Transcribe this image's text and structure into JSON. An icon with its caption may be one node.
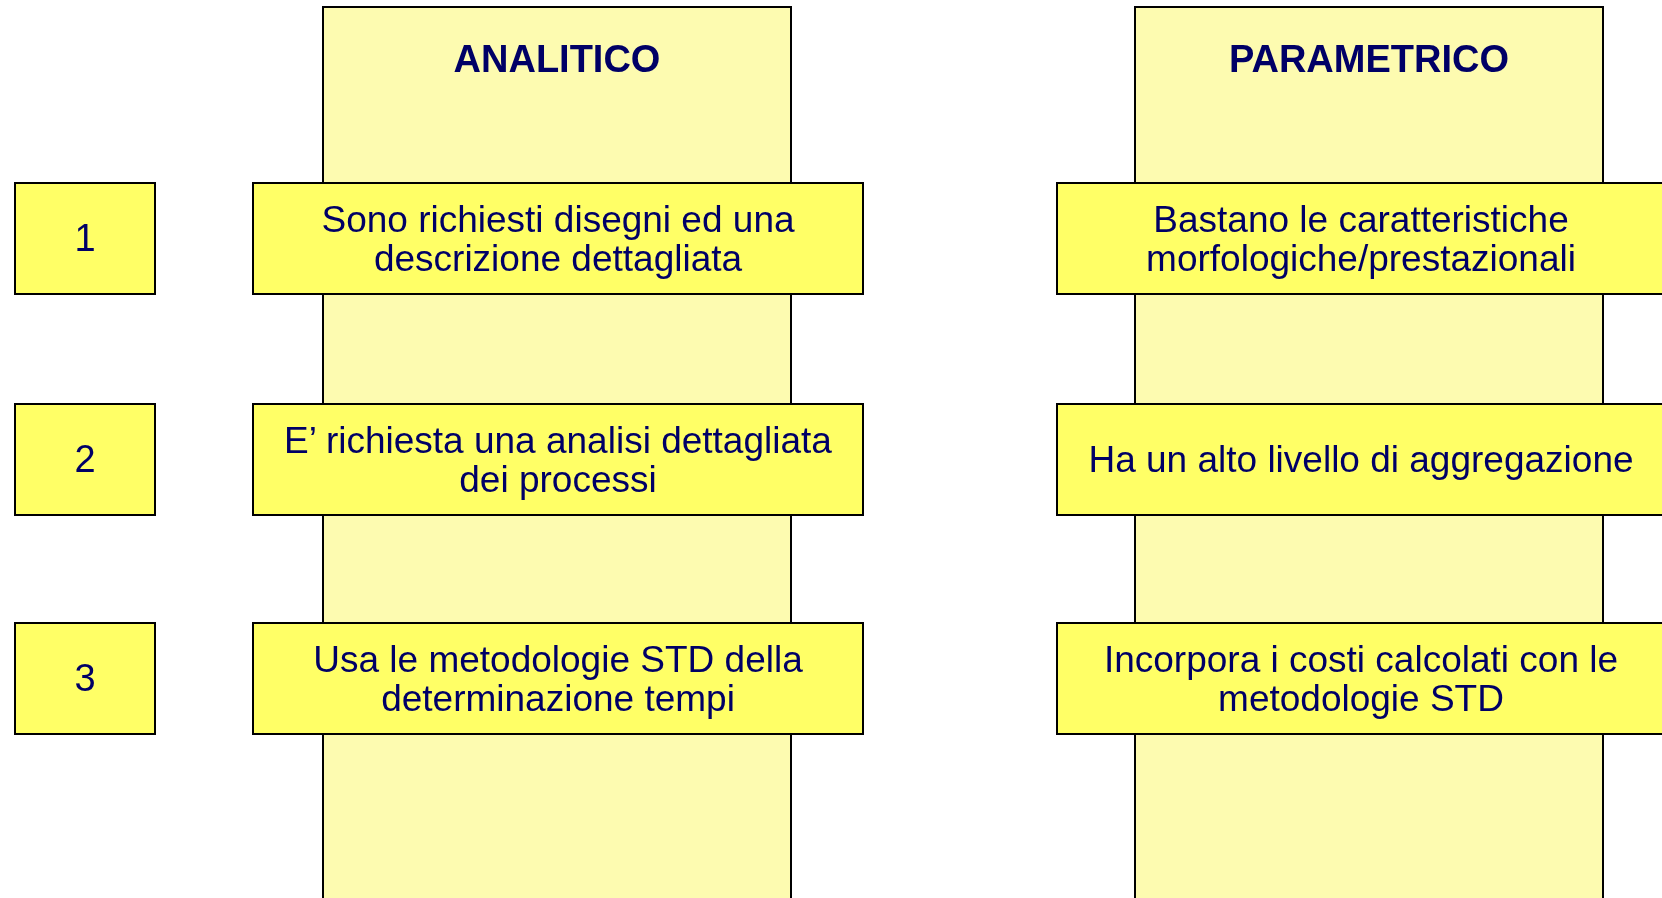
{
  "diagram": {
    "nodes": [
      {
        "text": [
          "ANALITICO"
        ]
      },
      {
        "text": [
          "PARAMETRICO"
        ]
      },
      {
        "text": [
          "1"
        ]
      },
      {
        "text": [
          "Sono richiesti disegni ed una descrizione dettagliata"
        ]
      },
      {
        "text": [
          "Bastano le caratteristiche morfologiche/prestazionali"
        ]
      },
      {
        "text": [
          "2"
        ]
      },
      {
        "text": [
          "E’ richiesta una analisi dettagliata dei processi"
        ]
      },
      {
        "text": [
          "Ha un alto livello di aggregazione"
        ]
      },
      {
        "text": [
          "3"
        ]
      },
      {
        "text": [
          "Usa le metodologie STD della determinazione tempi"
        ]
      },
      {
        "text": [
          "Incorpora i costi calcolati con le metodologie STD"
        ]
      }
    ]
  }
}
